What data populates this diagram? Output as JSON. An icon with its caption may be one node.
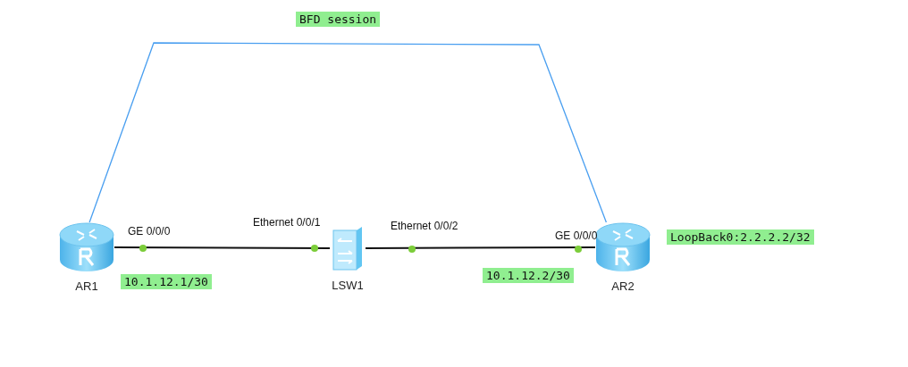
{
  "diagram": {
    "nodes": [
      {
        "text": [
          "AR1"
        ]
      },
      {
        "text": [
          "LSW1"
        ]
      },
      {
        "text": [
          "AR2"
        ]
      }
    ],
    "edges": [
      {
        "from": 0,
        "to": 1,
        "arrow": "none"
      },
      {
        "from": 1,
        "to": 2,
        "arrow": "none"
      },
      {
        "from": 0,
        "to": 2,
        "arrow": "none",
        "label": "BFD session",
        "color": "#4a9ff0"
      }
    ],
    "labels": [
      "GE 0/0/0",
      "Ethernet 0/0/1",
      "Ethernet 0/0/2",
      "GE 0/0/0",
      "LoopBack0:2.2.2.2/32",
      "10.1.12.1/30",
      "10.1.12.2/30"
    ]
  }
}
